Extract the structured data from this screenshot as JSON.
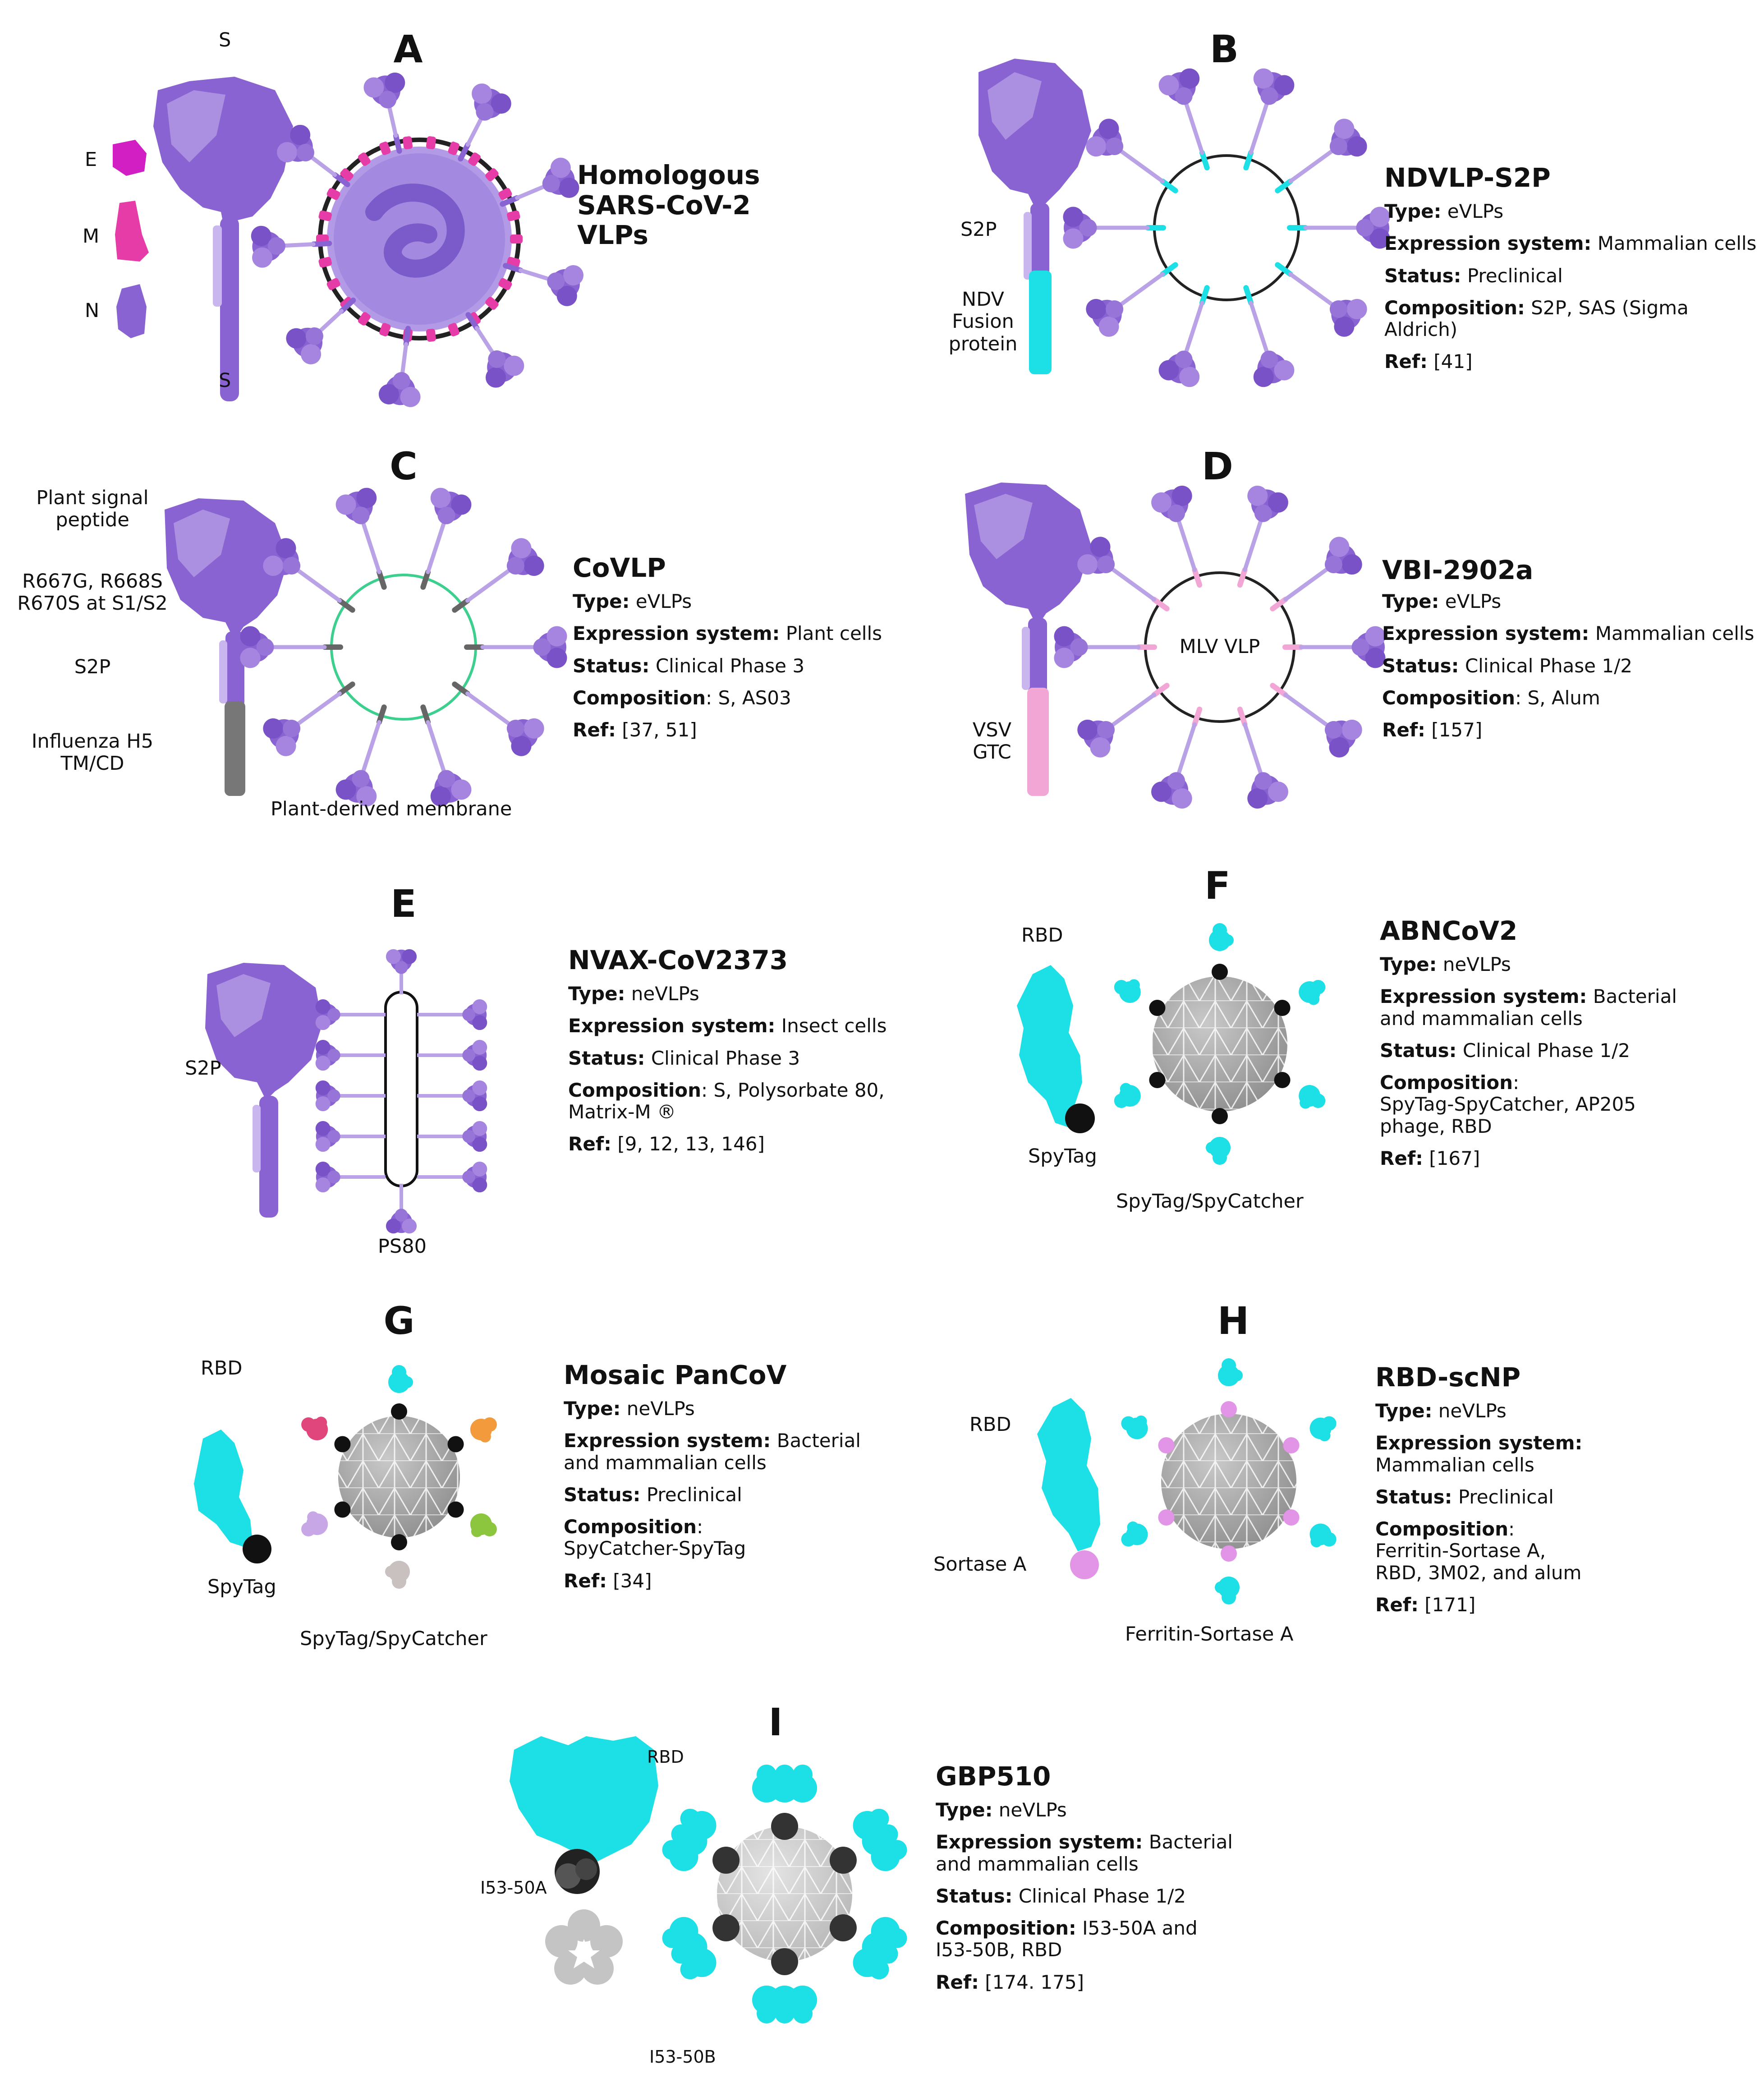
{
  "panels": {
    "A": {
      "letter": "A",
      "labels": {
        "s_top": "S",
        "s_side": "S",
        "e": "E",
        "m": "M",
        "n": "N"
      },
      "title": "Homologous\nSARS-CoV-2\nVLPs"
    },
    "B": {
      "letter": "B",
      "labels": {
        "s2p": "S2P",
        "ndv": "NDV\nFusion\nprotein"
      },
      "name": "NDVLP-S2P",
      "type": "eVLPs",
      "expression": "Mammalian cells",
      "status": "Preclinical",
      "composition": "S2P, SAS (Sigma Aldrich)",
      "ref": "[41]"
    },
    "C": {
      "letter": "C",
      "labels": {
        "signal": "Plant signal\npeptide",
        "mut": "R667G, R668S\nR670S at S1/S2",
        "s2p": "S2P",
        "h5": "Influenza H5\nTM/CD",
        "membrane": "Plant-derived membrane"
      },
      "name": "CoVLP",
      "type": "eVLPs",
      "expression": "Plant cells",
      "status": "Clinical Phase 3",
      "composition": "S, AS03",
      "ref": "[37, 51]"
    },
    "D": {
      "letter": "D",
      "labels": {
        "vsv": "VSV\nGTC",
        "mlv": "MLV VLP"
      },
      "name": "VBI-2902a",
      "type": "eVLPs",
      "expression": "Mammalian cells",
      "status": "Clinical Phase 1/2",
      "composition": "S, Alum",
      "ref": "[157]"
    },
    "E": {
      "letter": "E",
      "labels": {
        "s2p": "S2P",
        "ps80": "PS80"
      },
      "name": "NVAX-CoV2373",
      "type": "neVLPs",
      "expression": "Insect cells",
      "status": "Clinical Phase 3",
      "composition": "S, Polysorbate 80,\nMatrix-M ®",
      "ref": "[9, 12, 13, 146]"
    },
    "F": {
      "letter": "F",
      "labels": {
        "rbd": "RBD",
        "spytag": "SpyTag",
        "system": "SpyTag/SpyCatcher"
      },
      "name": "ABNCoV2",
      "type": "neVLPs",
      "expression": "Bacterial\nand mammalian cells",
      "status": "Clinical Phase 1/2",
      "composition": "\nSpyTag-SpyCatcher, AP205\nphage, RBD",
      "ref": "[167]"
    },
    "G": {
      "letter": "G",
      "labels": {
        "rbd": "RBD",
        "spytag": "SpyTag",
        "system": "SpyTag/SpyCatcher"
      },
      "name": "Mosaic PanCoV",
      "type": "neVLPs",
      "expression": "Bacterial\nand mammalian cells",
      "status": "Preclinical",
      "composition": "\nSpyCatcher-SpyTag",
      "ref": "[34]"
    },
    "H": {
      "letter": "H",
      "labels": {
        "rbd": "RBD",
        "sortase": "Sortase A",
        "system": "Ferritin-Sortase A"
      },
      "name": "RBD-scNP",
      "type": "neVLPs",
      "expression": "\nMammalian cells",
      "status": "Preclinical",
      "composition": "\nFerritin-Sortase A,\nRBD, 3M02, and alum",
      "ref": "[171]"
    },
    "I": {
      "letter": "I",
      "labels": {
        "rbd": "RBD",
        "i53a": "I53-50A",
        "i53b": "I53-50B"
      },
      "name": "GBP510",
      "type": "neVLPs",
      "expression": "Bacterial\nand mammalian cells",
      "status": "Clinical Phase 1/2",
      "composition": " I53-50A and\nI53-50B, RBD",
      "ref": "[174. 175]"
    }
  },
  "field_labels": {
    "type": "Type:",
    "expression": "Expression system:",
    "status": "Status:",
    "composition": "Composition:",
    "composition_short": "Composition",
    "ref": "Ref:"
  },
  "colors": {
    "spike_purple": "#8a63d2",
    "spike_light": "#b9a2e6",
    "cyan": "#1de0e6",
    "magenta": "#e63ca8",
    "pink": "#f2a6d6",
    "green_membrane": "#3ccf8e",
    "grey_sphere": "#a8a8a8",
    "sortase_pink": "#e294e6",
    "black": "#111111"
  }
}
